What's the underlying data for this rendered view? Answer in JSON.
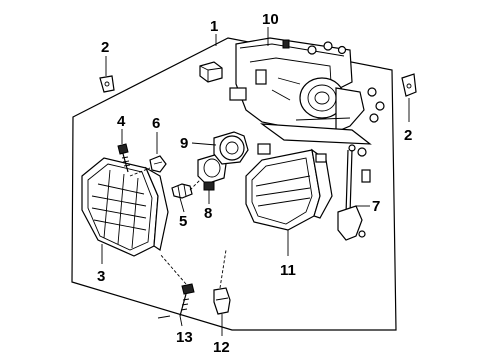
{
  "diagram": {
    "callouts": {
      "c1": "1",
      "c2_left": "2",
      "c2_right": "2",
      "c3": "3",
      "c4": "4",
      "c5": "5",
      "c6": "6",
      "c7": "7",
      "c8": "8",
      "c9": "9",
      "c10": "10",
      "c11": "11",
      "c12": "12",
      "c13": "13"
    }
  }
}
